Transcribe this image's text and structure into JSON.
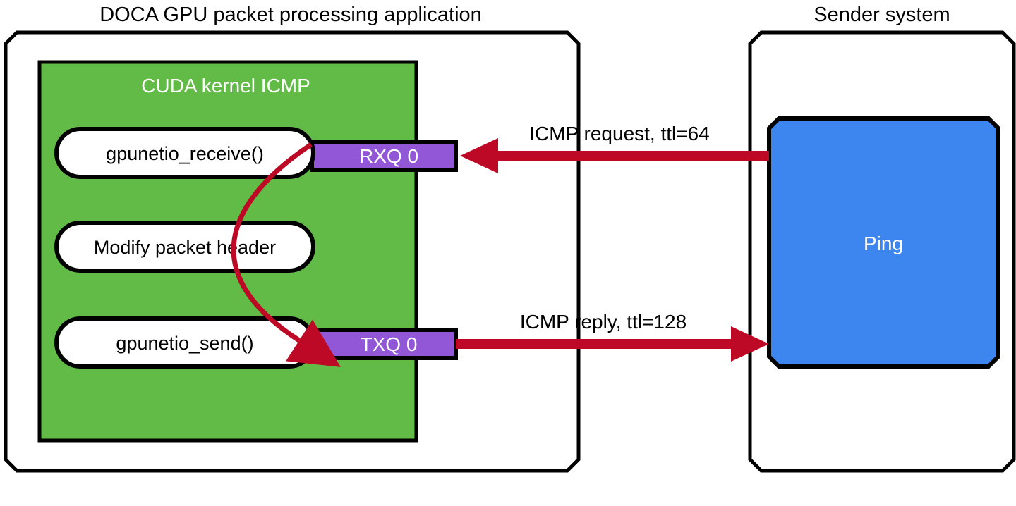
{
  "diagram": {
    "title_left": "DOCA GPU packet processing application",
    "title_right": "Sender system",
    "colors": {
      "green": "#62bb46",
      "purple": "#9157d6",
      "blue": "#3d86ef",
      "red": "#bd0926",
      "outline": "#000000",
      "white": "#ffffff"
    },
    "left_panel": {
      "label": "DOCA GPU packet processing application",
      "kernel_box": {
        "label": "CUDA kernel ICMP",
        "steps": [
          {
            "label": "gpunetio_receive()",
            "name": "gpunetio-receive-step"
          },
          {
            "label": "Modify packet header",
            "name": "modify-packet-header-step"
          },
          {
            "label": "gpunetio_send()",
            "name": "gpunetio-send-step"
          }
        ],
        "queues": [
          {
            "label": "RXQ 0",
            "name": "rxq-0-box"
          },
          {
            "label": "TXQ 0",
            "name": "txq-0-box"
          }
        ]
      }
    },
    "right_panel": {
      "label": "Sender system",
      "app_box": {
        "label": "Ping"
      }
    },
    "flows": [
      {
        "label": "ICMP request, ttl=64",
        "from": "ping-box",
        "to": "rxq-0-box",
        "direction": "right-to-left"
      },
      {
        "label": "ICMP reply, ttl=128",
        "from": "txq-0-box",
        "to": "ping-box",
        "direction": "left-to-right"
      },
      {
        "label": "",
        "from": "rxq-0-box",
        "to": "txq-0-box",
        "direction": "internal-curve"
      }
    ]
  }
}
